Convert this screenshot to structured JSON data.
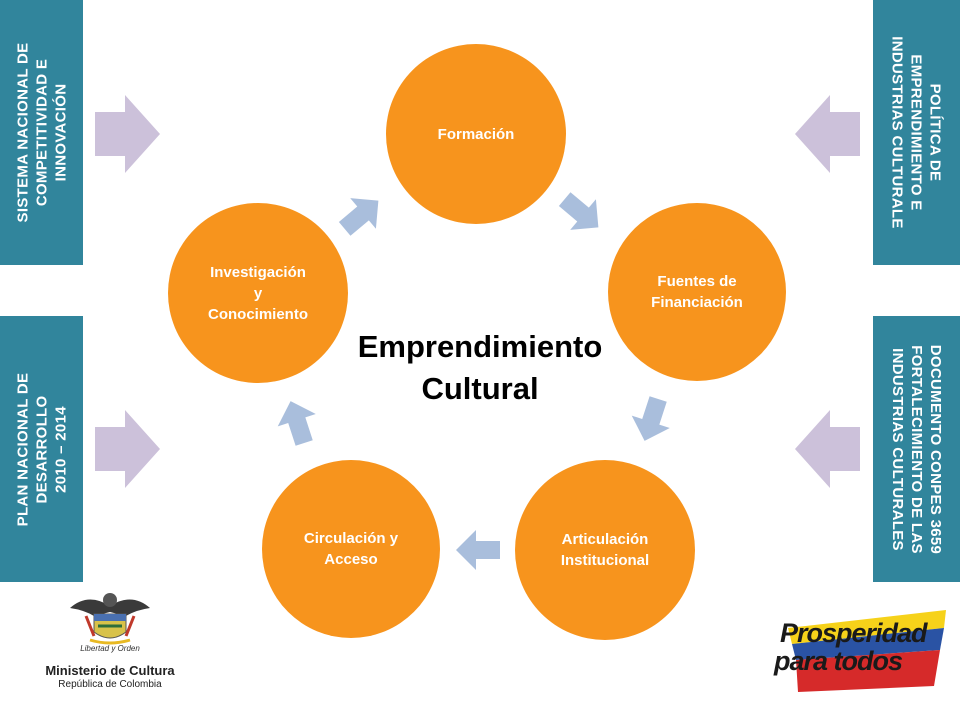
{
  "left_boxes": [
    {
      "text": "SISTEMA NACIONAL DE\nCOMPETITIVIDAD  E\nINNOVACIÓN"
    },
    {
      "text": "PLAN NACIONAL DE\nDESARROLLO\n2010 – 2014"
    }
  ],
  "right_boxes": [
    {
      "text": "POLÍTICA DE\nEMPRENDIMIENTO E\nINDUSTRIAS CULTURALE"
    },
    {
      "text": "DOCUMENTO CONPES 3659\nFORTALECIMIENTO  DE LAS\nINDUSTRIAS CULTURALES"
    }
  ],
  "center_title": "Emprendimiento\nCultural",
  "cycle_nodes": [
    {
      "label": "Formación"
    },
    {
      "label": "Fuentes de\nFinanciación"
    },
    {
      "label": "Articulación\nInstitucional"
    },
    {
      "label": "Circulación y\nAcceso"
    },
    {
      "label": "Investigación\ny\nConocimiento"
    }
  ],
  "colors": {
    "box": "#31859c",
    "node": "#f7941d",
    "cycle_arrow": "#a9bedc",
    "side_arrow": "#ccc1da"
  },
  "logos": {
    "ministry": {
      "motto": "Libertad y Orden",
      "name": "Ministerio de Cultura",
      "subtitle": "República de Colombia"
    },
    "prosperidad": {
      "line1": "Prosperidad",
      "line2": "para todos"
    }
  }
}
